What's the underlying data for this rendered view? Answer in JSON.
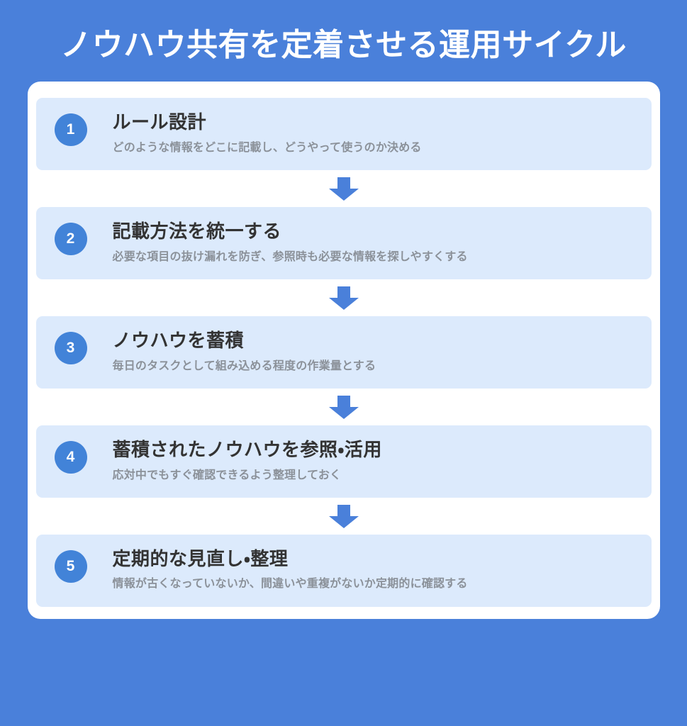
{
  "page": {
    "title": "ノウハウ共有を定着させる運用サイクル",
    "background_color": "#4a80da",
    "panel_color": "#ffffff",
    "card_color": "#dceafc",
    "badge_color": "#4283d8",
    "heading_color": "#333333",
    "description_color": "#8b9199",
    "arrow_color": "#4a80da"
  },
  "steps": [
    {
      "number": "1",
      "heading": "ルール設計",
      "description": "どのような情報をどこに記載し、どうやって使うのか決める"
    },
    {
      "number": "2",
      "heading": "記載方法を統一する",
      "description": "必要な項目の抜け漏れを防ぎ、参照時も必要な情報を探しやすくする"
    },
    {
      "number": "3",
      "heading": "ノウハウを蓄積",
      "description": "毎日のタスクとして組み込める程度の作業量とする"
    },
    {
      "number": "4",
      "heading": "蓄積されたノウハウを参照・活用",
      "description": "応対中でもすぐ確認できるよう整理しておく"
    },
    {
      "number": "5",
      "heading": "定期的な見直し・整理",
      "description": "情報が古くなっていないか、間違いや重複がないか定期的に確認する"
    }
  ],
  "connectors": [
    {
      "icon": "arrow-down-icon"
    },
    {
      "icon": "arrow-down-icon"
    },
    {
      "icon": "arrow-down-icon"
    },
    {
      "icon": "arrow-down-icon"
    }
  ]
}
